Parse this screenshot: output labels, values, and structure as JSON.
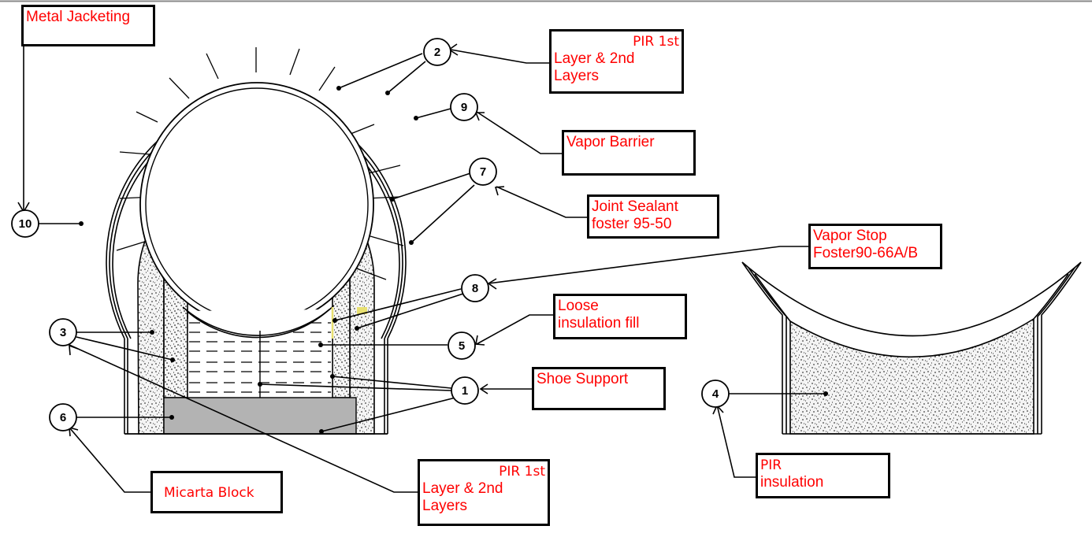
{
  "diagram": {
    "title": "Pipe support insulation detail",
    "colors": {
      "label_text": "#ff0000",
      "line": "#000000",
      "micarta_fill": "#b3b3b3",
      "highlight": "#e8e070"
    },
    "callouts": [
      {
        "id": "1",
        "number": "1"
      },
      {
        "id": "2",
        "number": "2"
      },
      {
        "id": "3",
        "number": "3"
      },
      {
        "id": "4",
        "number": "4"
      },
      {
        "id": "5",
        "number": "5"
      },
      {
        "id": "6",
        "number": "6"
      },
      {
        "id": "7",
        "number": "7"
      },
      {
        "id": "8",
        "number": "8"
      },
      {
        "id": "9",
        "number": "9"
      },
      {
        "id": "10",
        "number": "10"
      }
    ],
    "labels": {
      "metal_jacketing": {
        "line1": "Metal Jacketing"
      },
      "pir_layers_top": {
        "line1": "PIR 1st",
        "line2": "Layer & 2nd",
        "line3": "Layers"
      },
      "vapor_barrier": {
        "line1": "Vapor Barrier"
      },
      "joint_sealant": {
        "line1": "Joint Sealant",
        "line2": "foster 95-50"
      },
      "vapor_stop": {
        "line1": "Vapor Stop",
        "line2": "Foster90-66A/B"
      },
      "loose_fill": {
        "line1": "Loose",
        "line2": "insulation fill"
      },
      "shoe_support": {
        "line1": "Shoe Support"
      },
      "micarta_block": {
        "line1": "Micarta Block"
      },
      "pir_layers_bottom": {
        "line1": "PIR 1st",
        "line2": "Layer & 2nd",
        "line3": "Layers"
      },
      "pir_insulation": {
        "line1": "PIR",
        "line2": "insulation"
      }
    }
  }
}
